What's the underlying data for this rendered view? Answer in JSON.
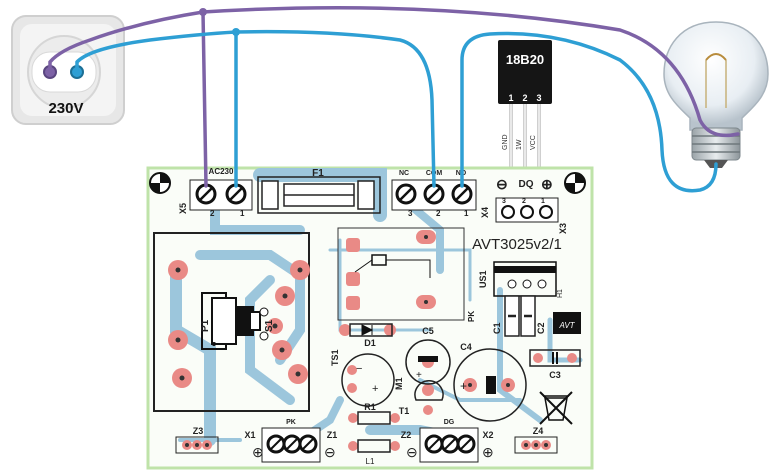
{
  "socket": {
    "voltage": "230V"
  },
  "sensor": {
    "model": "18B20",
    "pins": [
      "1",
      "2",
      "3"
    ],
    "pin_names": [
      "GND",
      "1W",
      "VCC"
    ]
  },
  "board": {
    "title": "AVT3025v2/1",
    "connectors": {
      "x5": {
        "name": "X5",
        "label": "AC230",
        "pins": [
          "2",
          "1"
        ]
      },
      "x4": {
        "name": "X4",
        "labels": [
          "NC",
          "COM",
          "NO"
        ],
        "pins": [
          "3",
          "2",
          "1"
        ]
      },
      "x3": {
        "name": "X3",
        "pins": [
          "3",
          "2",
          "1"
        ]
      },
      "dq": {
        "label": "DQ",
        "minus": "⊖",
        "plus": "⊕"
      }
    },
    "parts": {
      "f1": "F1",
      "pk_relay": "PK",
      "p1": "P1",
      "s1": "S1",
      "us1": "US1",
      "h1": "H1",
      "d1": "D1",
      "c5": "C5",
      "c4": "C4",
      "c1": "C1",
      "c2": "C2",
      "c3": "C3",
      "ts1": "TS1",
      "m1": "M1",
      "t1": "T1",
      "r1": "R1",
      "l1": "L1",
      "z1": "Z1",
      "z2": "Z2",
      "z3": "Z3",
      "z4": "Z4",
      "x1": "X1",
      "x2": "X2",
      "pk_bottom": "PK",
      "dg_bottom": "DG",
      "avt_logo": "AVT"
    }
  },
  "colors": {
    "board": "#fafdf8",
    "board_edge": "#bfe3a9",
    "trace": "#9cc6dc",
    "pad": "#e98a86",
    "hole": "#333333",
    "wire_blue": "#2e9fd4",
    "wire_purple": "#7d62a6",
    "terminal": "#2f2f2f"
  }
}
